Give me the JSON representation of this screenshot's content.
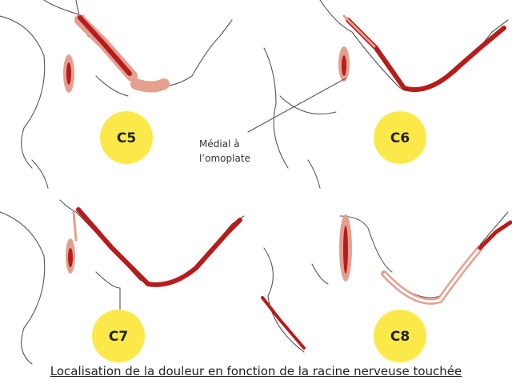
{
  "panels": [
    {
      "label": "C5"
    },
    {
      "label": "C6"
    },
    {
      "label": "C7"
    },
    {
      "label": "C8"
    }
  ],
  "annotation": {
    "line1": "Médial à",
    "line2": "l’omoplate"
  },
  "caption": "Localisation de la douleur en fonction de la racine nerveuse touchée",
  "colors": {
    "pain": "#b71c1c",
    "pain_light": "#e3a08f",
    "root_circle": "#fbe94a"
  }
}
